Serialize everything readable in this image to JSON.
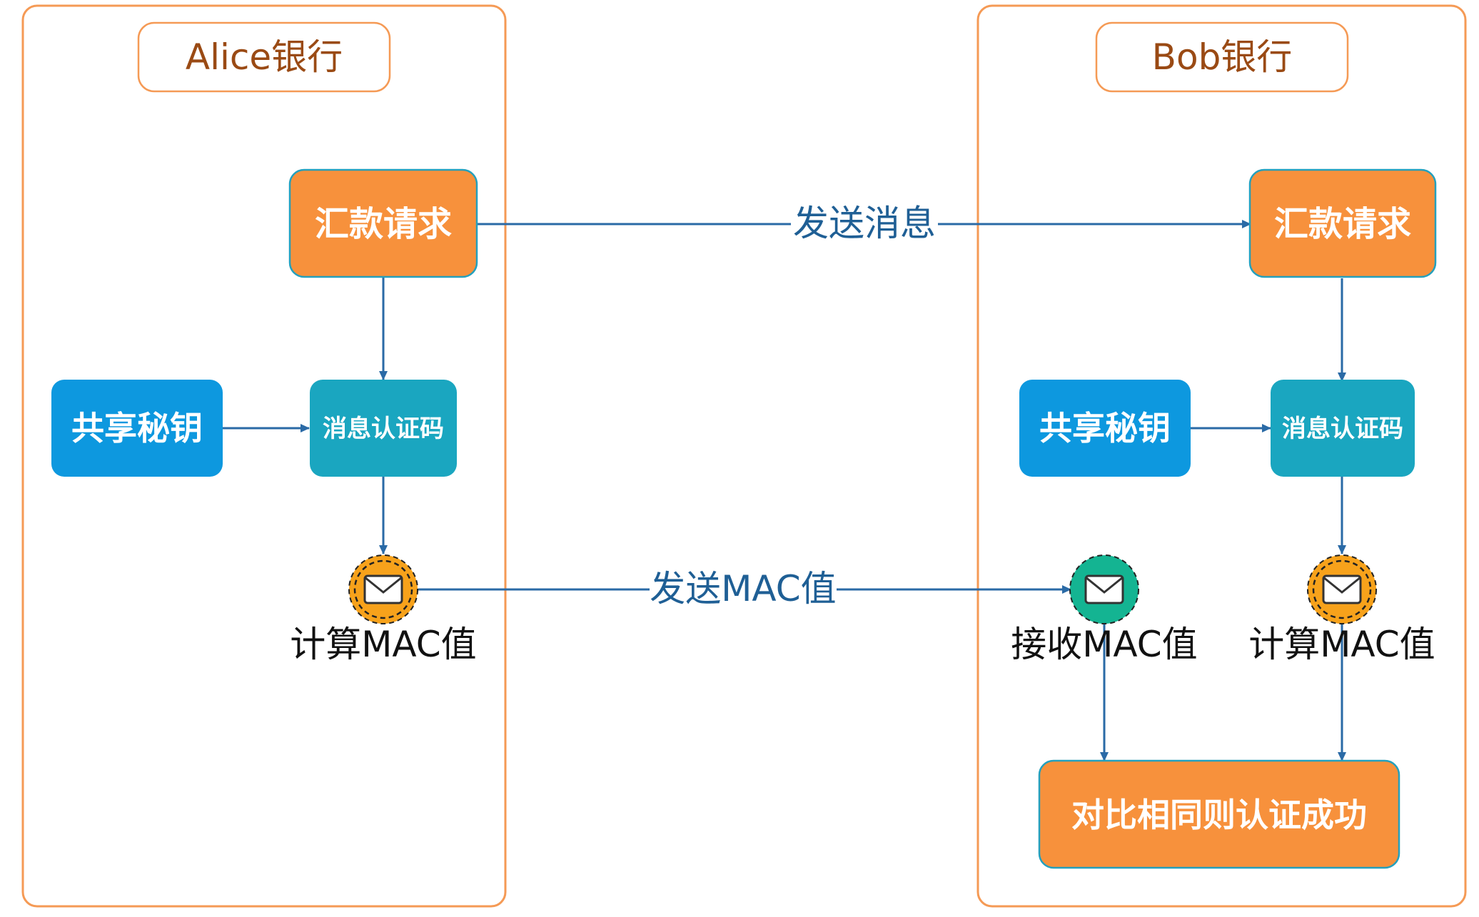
{
  "lanes": {
    "alice": {
      "title": "Alice银行"
    },
    "bob": {
      "title": "Bob银行"
    }
  },
  "alice": {
    "remit_request": "汇款请求",
    "shared_key": "共享秘钥",
    "mac_box": "消息认证码",
    "compute_mac": "计算MAC值"
  },
  "bob": {
    "remit_request": "汇款请求",
    "shared_key": "共享秘钥",
    "mac_box": "消息认证码",
    "receive_mac": "接收MAC值",
    "compute_mac": "计算MAC值",
    "compare_result": "对比相同则认证成功"
  },
  "edges": {
    "send_message": "发送消息",
    "send_mac": "发送MAC值"
  },
  "colors": {
    "lane_border": "#f59a55",
    "orange_box": "#f7913c",
    "blue_box": "#0d98df",
    "teal_box": "#1aa6c0",
    "envelope_orange": "#f7a21b",
    "envelope_green": "#14b492",
    "arrow": "#2a6aa6"
  },
  "icons": {
    "compute_mac_alice": "envelope-icon",
    "receive_mac_bob": "envelope-icon",
    "compute_mac_bob": "envelope-icon"
  }
}
